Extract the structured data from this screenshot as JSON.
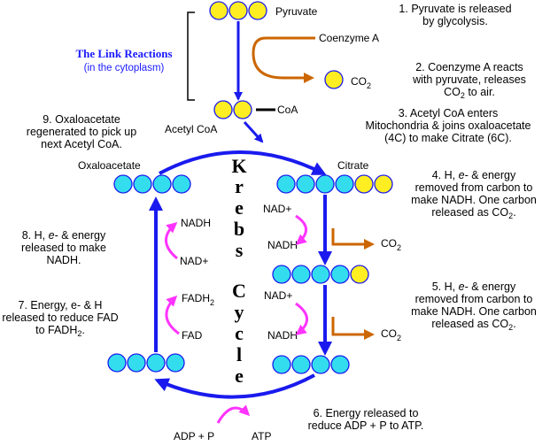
{
  "colors": {
    "carbon_cyan": "#33ddee",
    "carbon_yellow": "#ffee22",
    "arrow_blue": "#1a1aee",
    "arrow_orange": "#cc6600",
    "arrow_magenta": "#ff33ff",
    "title_blue": "#1a1aff"
  },
  "molecules": {
    "pyruvate": "Pyruvate",
    "coenzyme_a": "Coenzyme A",
    "co2_main": "CO",
    "co2_sub": "2",
    "coa": "CoA",
    "acetyl_coa": "Acetyl CoA",
    "oxaloacetate": "Oxaloacetate",
    "citrate": "Citrate"
  },
  "link_reactions": {
    "title": "The Link Reactions",
    "subtitle": "(in the cytoplasm)"
  },
  "krebs_letters": [
    "K",
    "r",
    "e",
    "b",
    "s",
    "C",
    "y",
    "c",
    "l",
    "e"
  ],
  "cofactors": {
    "nad_plus": "NAD+",
    "nadh": "NADH",
    "fadh2_main": "FADH",
    "fadh2_sub": "2",
    "fad": "FAD",
    "adp_p": "ADP + P",
    "atp": "ATP",
    "co2_main": "CO",
    "co2_sub": "2"
  },
  "notes": {
    "n1": [
      "1. Pyruvate is released",
      "by glycolysis."
    ],
    "n2": [
      "2. Coenzyme A reacts",
      "with pyruvate, releases",
      "CO",
      "2",
      " to air."
    ],
    "n3": [
      "3. Acetyl CoA enters",
      "Mitochondria & joins oxaloacetate",
      "(4C) to make Citrate (6C)."
    ],
    "n4": [
      "4. H, ",
      "e-",
      " & energy",
      "removed from carbon to",
      "make NADH. One carbon",
      "released as CO",
      "2",
      "."
    ],
    "n5": [
      "5. H, ",
      "e-",
      " & energy",
      "removed from carbon to",
      "make NADH. One carbon",
      "released as CO",
      "2",
      "."
    ],
    "n6": [
      "6. Energy released to",
      "reduce ADP + P  to ATP."
    ],
    "n7": [
      "7. Energy, e- & H",
      "released to reduce FAD",
      "to FADH",
      "2",
      "."
    ],
    "n8": [
      "8. H, ",
      "e-",
      " & energy",
      "released to make",
      "NADH."
    ],
    "n9": [
      "9. Oxaloacetate",
      "regenerated to pick up",
      "next Acetyl CoA."
    ]
  }
}
